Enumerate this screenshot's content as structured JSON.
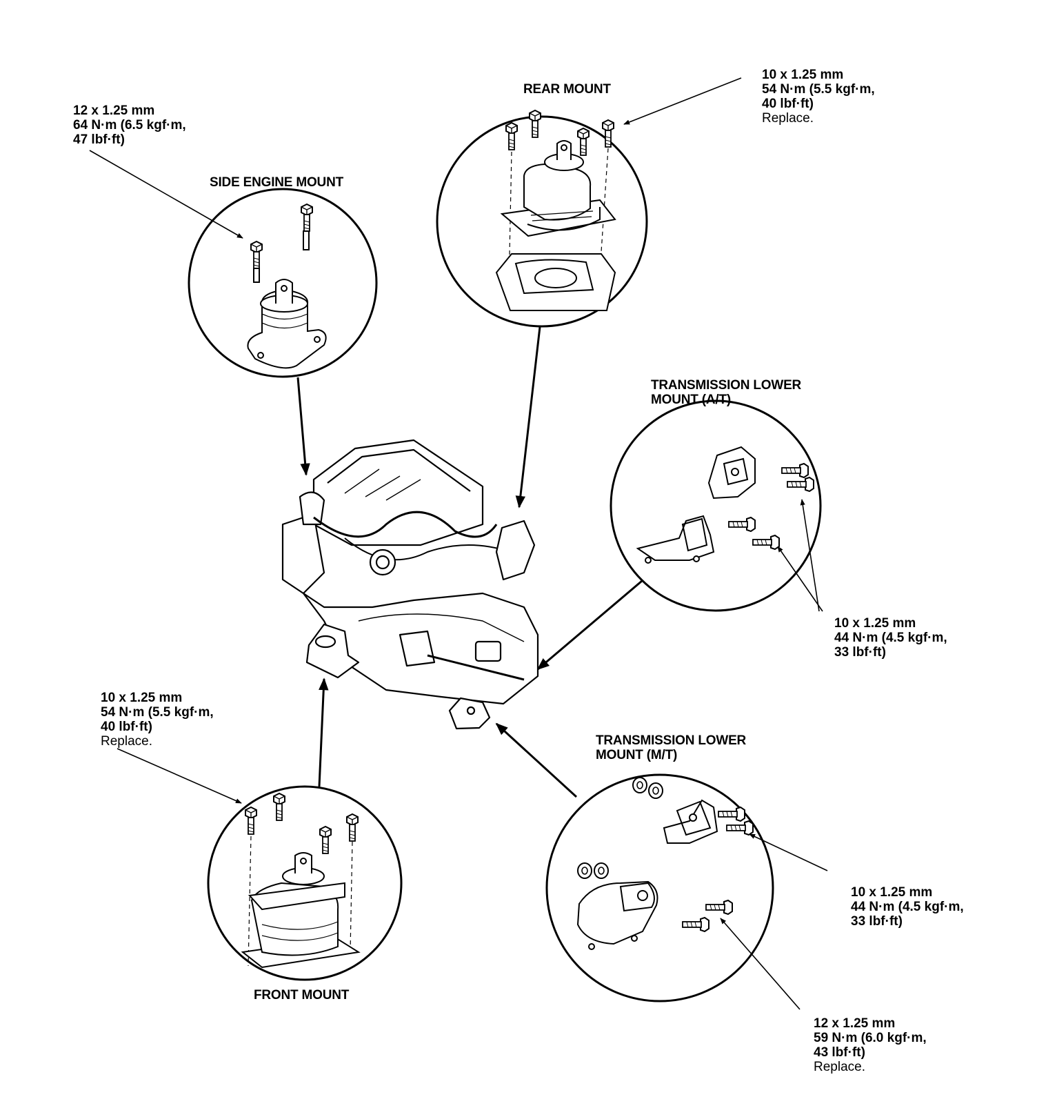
{
  "mounts": {
    "side": {
      "title": "SIDE ENGINE MOUNT",
      "spec": {
        "size": "12 x 1.25 mm",
        "torque1": "64 N·m (6.5 kgf·m,",
        "torque2": "47 lbf·ft)"
      }
    },
    "rear": {
      "title": "REAR MOUNT",
      "spec": {
        "size": "10 x 1.25 mm",
        "torque1": "54 N·m (5.5 kgf·m,",
        "torque2": "40 lbf·ft)",
        "note": "Replace."
      }
    },
    "trans_at": {
      "title1": "TRANSMISSION LOWER",
      "title2": "MOUNT (A/T)",
      "spec": {
        "size": "10 x 1.25 mm",
        "torque1": "44 N·m (4.5 kgf·m,",
        "torque2": "33 lbf·ft)"
      }
    },
    "front": {
      "title": "FRONT MOUNT",
      "spec": {
        "size": "10 x 1.25 mm",
        "torque1": "54 N·m (5.5 kgf·m,",
        "torque2": "40 lbf·ft)",
        "note": "Replace."
      }
    },
    "trans_mt": {
      "title1": "TRANSMISSION LOWER",
      "title2": "MOUNT (M/T)",
      "spec_upper": {
        "size": "10 x 1.25 mm",
        "torque1": "44 N·m (4.5 kgf·m,",
        "torque2": "33 lbf·ft)"
      },
      "spec_lower": {
        "size": "12 x 1.25 mm",
        "torque1": "59 N·m (6.0 kgf·m,",
        "torque2": "43 lbf·ft)",
        "note": "Replace."
      }
    }
  },
  "colors": {
    "ink": "#000000",
    "paper": "#ffffff"
  }
}
